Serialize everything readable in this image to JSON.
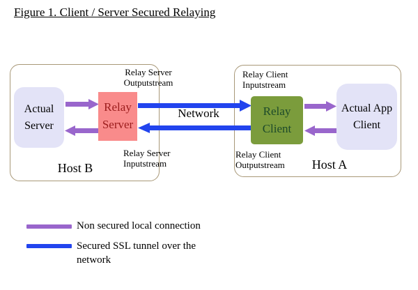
{
  "title": "Figure 1. Client / Server Secured Relaying",
  "diagram": {
    "network_label": "Network",
    "host_b": {
      "label": "Host B",
      "actual_server_label": "Actual Server",
      "relay_server_label": "Relay Server",
      "outputstream_line1": "Relay Server",
      "outputstream_line2": "Outputstream",
      "inputstream_line1": "Relay Server",
      "inputstream_line2": "Inputstream"
    },
    "host_a": {
      "label": "Host A",
      "relay_client_label": "Relay Client",
      "actual_app_client_label": "Actual App Client",
      "inputstream_line1": "Relay Client",
      "inputstream_line2": "Inputstream",
      "outputstream_line1": "Relay Client",
      "outputstream_line2": "Outputstream"
    }
  },
  "legend": {
    "items": [
      {
        "label": "Non secured local connection",
        "color": "#9966cc"
      },
      {
        "label": "Secured SSL tunnel over the network",
        "color": "#2244ee"
      }
    ]
  },
  "colors": {
    "purple_arrow": "#9966cc",
    "blue_arrow": "#2244ee",
    "relay_server_fill": "#f98b8b",
    "relay_server_text": "#9b1c1c",
    "relay_client_fill": "#7b9c3c",
    "relay_client_text": "#1d4a2a",
    "client_server_box_fill": "#e3e3f7",
    "host_border": "#a89878"
  }
}
